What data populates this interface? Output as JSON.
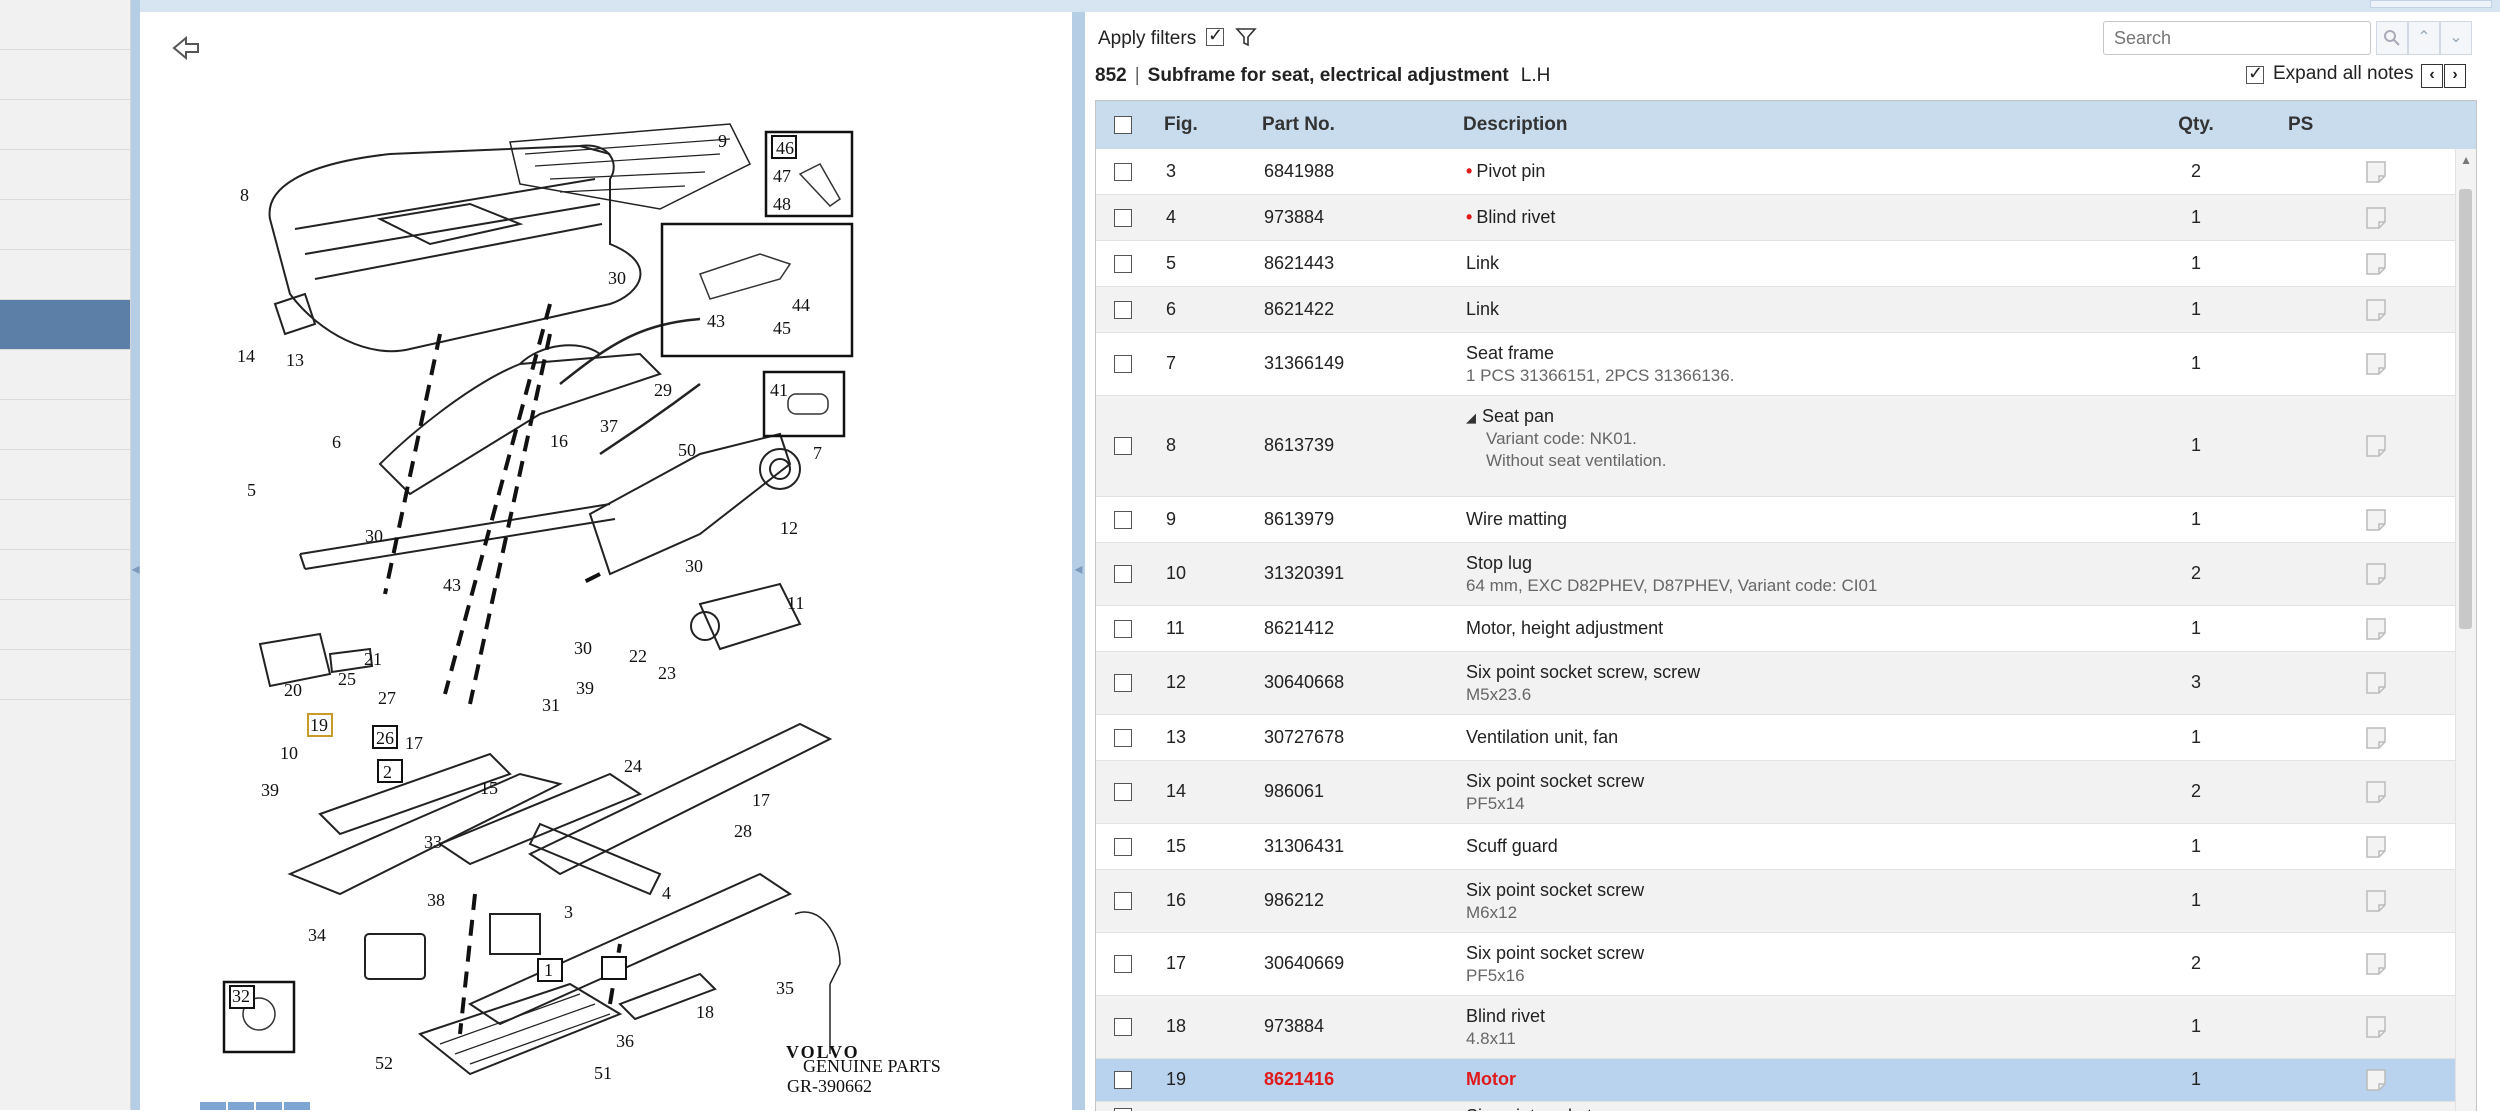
{
  "toolbar": {
    "apply_filters_label": "Apply filters",
    "search_placeholder": "Search",
    "expand_all_notes_label": "Expand all notes",
    "prev_symbol": "‹",
    "next_symbol": "›",
    "up_symbol": "⌃",
    "down_symbol": "⌄"
  },
  "section": {
    "number": "852",
    "title": "Subframe for seat, electrical adjustment",
    "side": "L.H"
  },
  "columns": {
    "fig": "Fig.",
    "part_no": "Part No.",
    "description": "Description",
    "qty": "Qty.",
    "ps": "PS"
  },
  "rows": [
    {
      "fig": "3",
      "part_no": "6841988",
      "desc": "Pivot pin",
      "note": "",
      "marker": "dot",
      "qty": "2"
    },
    {
      "fig": "4",
      "part_no": "973884",
      "desc": "Blind rivet",
      "note": "",
      "marker": "dot",
      "qty": "1"
    },
    {
      "fig": "5",
      "part_no": "8621443",
      "desc": "Link",
      "note": "",
      "qty": "1"
    },
    {
      "fig": "6",
      "part_no": "8621422",
      "desc": "Link",
      "note": "",
      "qty": "1"
    },
    {
      "fig": "7",
      "part_no": "31366149",
      "desc": "Seat frame",
      "note": "1 PCS 31366151, 2PCS 31366136.",
      "qty": "1"
    },
    {
      "fig": "8",
      "part_no": "8613739",
      "desc": "Seat pan",
      "note": "Variant code: NK01.",
      "note2": "Without seat ventilation.",
      "marker": "triangle",
      "qty": "1"
    },
    {
      "fig": "9",
      "part_no": "8613979",
      "desc": "Wire matting",
      "note": "",
      "qty": "1"
    },
    {
      "fig": "10",
      "part_no": "31320391",
      "desc": "Stop lug",
      "note": "64 mm, EXC D82PHEV, D87PHEV, Variant code: CI01",
      "qty": "2"
    },
    {
      "fig": "11",
      "part_no": "8621412",
      "desc": "Motor, height adjustment",
      "note": "",
      "qty": "1"
    },
    {
      "fig": "12",
      "part_no": "30640668",
      "desc": "Six point socket screw, screw",
      "note": "M5x23.6",
      "qty": "3"
    },
    {
      "fig": "13",
      "part_no": "30727678",
      "desc": "Ventilation unit, fan",
      "note": "",
      "qty": "1"
    },
    {
      "fig": "14",
      "part_no": "986061",
      "desc": "Six point socket screw",
      "note": "PF5x14",
      "qty": "2"
    },
    {
      "fig": "15",
      "part_no": "31306431",
      "desc": "Scuff guard",
      "note": "",
      "qty": "1"
    },
    {
      "fig": "16",
      "part_no": "986212",
      "desc": "Six point socket screw",
      "note": "M6x12",
      "qty": "1"
    },
    {
      "fig": "17",
      "part_no": "30640669",
      "desc": "Six point socket screw",
      "note": "PF5x16",
      "qty": "2"
    },
    {
      "fig": "18",
      "part_no": "973884",
      "desc": "Blind rivet",
      "note": "4.8x11",
      "qty": "1"
    },
    {
      "fig": "19",
      "part_no": "8621416",
      "desc": "Motor",
      "note": "",
      "qty": "1",
      "selected": true
    },
    {
      "fig": "",
      "part_no": "",
      "desc": "Six point socket screw",
      "note": "",
      "qty": ""
    }
  ],
  "diagram": {
    "code": "GR-390662",
    "brand": "VOLVO",
    "brand_sub": "GENUINE PARTS",
    "callouts": [
      "1",
      "2",
      "3",
      "4",
      "5",
      "6",
      "7",
      "8",
      "9",
      "10",
      "11",
      "12",
      "13",
      "14",
      "15",
      "16",
      "17",
      "18",
      "19",
      "20",
      "21",
      "22",
      "23",
      "24",
      "25",
      "26",
      "27",
      "28",
      "29",
      "30",
      "31",
      "32",
      "33",
      "34",
      "35",
      "36",
      "37",
      "38",
      "39",
      "41",
      "43",
      "44",
      "45",
      "46",
      "47",
      "48",
      "50",
      "51",
      "52"
    ]
  },
  "colors": {
    "header_bg": "#c9dcee",
    "selected_row_bg": "#b9d3ee",
    "selected_text": "#e01a1a",
    "nav_active": "#5b7fa6",
    "splitter": "#b6cde6"
  }
}
